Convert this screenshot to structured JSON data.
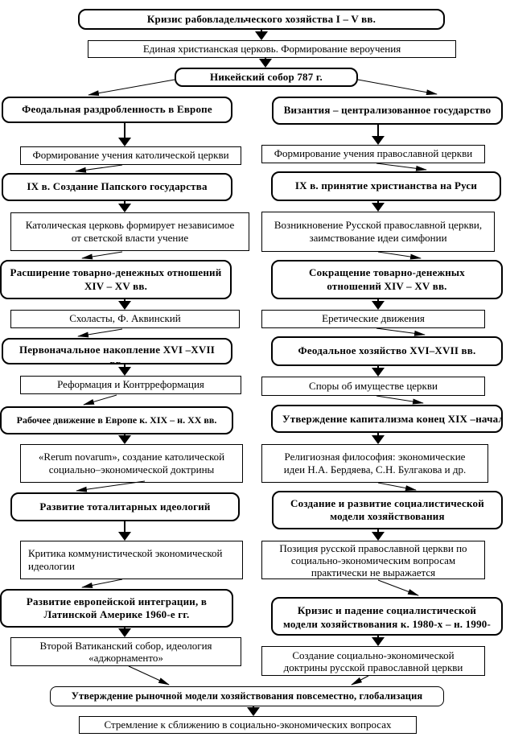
{
  "colors": {
    "box_border": "#000000",
    "box_fill": "#ffffff",
    "text": "#000000"
  },
  "diagram": {
    "top": [
      {
        "text": "Кризис рабовладельческого хозяйства I – V вв."
      },
      {
        "text": "Единая христианская церковь. Формирование вероучения"
      },
      {
        "text": "Никейский собор 787 г."
      }
    ],
    "left": [
      {
        "text": "Феодальная раздробленность в Европе"
      },
      {
        "text": "Формирование учения католической церкви"
      },
      {
        "text": "IX в. Создание Папского государства"
      },
      {
        "text": "Католическая церковь формирует независимое\nот светской власти учение"
      },
      {
        "text": "Расширение товарно-денежных отношений\nXIV – XV вв."
      },
      {
        "text": "Схоласты, Ф. Аквинский"
      },
      {
        "text": "Первоначальное накопление XVI –XVII\nвв."
      },
      {
        "text": "Реформация и Контрреформация"
      },
      {
        "text": "Рабочее движение в Европе к. XIX – н. XX вв."
      },
      {
        "text": "«Rerum novarum», создание католической\nсоциально–экономической доктрины"
      },
      {
        "text": "Развитие тоталитарных идеологий"
      },
      {
        "text": "Критика коммунистической экономической\nидеологии"
      },
      {
        "text": "Развитие европейской интеграции, в\nЛатинской Америке 1960-е гг."
      },
      {
        "text": "Второй Ватиканский собор, идеология\n«аджорнаменто»"
      }
    ],
    "right": [
      {
        "text": "Византия – централизованное государство"
      },
      {
        "text": "Формирование учения православной церкви"
      },
      {
        "text": "IX в. принятие христианства на Руси"
      },
      {
        "text": "Возникновение Русской православной церкви,\nзаимствование идеи симфонии"
      },
      {
        "text": "Сокращение товарно-денежных\nотношений XIV – XV вв."
      },
      {
        "text": "Еретические движения"
      },
      {
        "text": "Феодальное хозяйство XVI–XVII вв."
      },
      {
        "text": "Споры об имуществе церкви"
      },
      {
        "text": "Утверждение капитализма конец XIX –началоXX"
      },
      {
        "text": "Религиозная философия: экономические\nидеи Н.А. Бердяева, С.Н. Булгакова и др."
      },
      {
        "text": "Создание и развитие социалистической\nмодели хозяйствования"
      },
      {
        "text": "Позиция русской православной церкви по\nсоциально-экономическим вопросам\nпрактически не выражается"
      },
      {
        "text": "Кризис и падение социалистической\nмодели хозяйствования к. 1980-х – н. 1990-"
      },
      {
        "text": "Создание социально-экономической\nдоктрины русской православной церкви"
      }
    ],
    "bottom": [
      {
        "text": "Утверждение рыночной модели хозяйствования повсеместно, глобализация"
      },
      {
        "text": "Стремление к сближению в социально-экономических вопросах"
      }
    ]
  }
}
